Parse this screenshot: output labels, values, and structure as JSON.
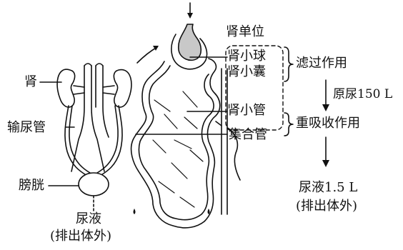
{
  "labels": {
    "kidney": "肾",
    "ureter": "输尿管",
    "bladder": "膀胱",
    "urine_left": "尿液",
    "excreted_left": "(排出体外)",
    "nephron": "肾单位",
    "glomerulus": "肾小球",
    "capsule": "肾小囊",
    "tubule": "肾小管",
    "collecting_duct": "集合管",
    "filtration": "滤过作用",
    "primary_urine": "原尿150 L",
    "reabsorption": "重吸收作用",
    "final_urine": "尿液1.5 L",
    "excreted_right": "(排出体外)"
  },
  "colors": {
    "line": "#111111",
    "glomerulus_fill": "#c8c8c8",
    "background": "#ffffff"
  }
}
